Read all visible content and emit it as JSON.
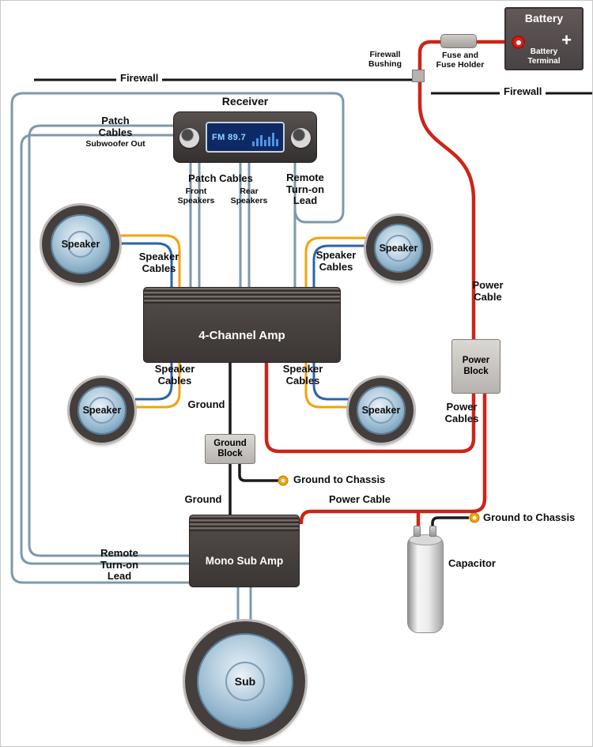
{
  "palette": {
    "wire_power_red": "#cd2418",
    "wire_speaker_yellow": "#f2a30a",
    "wire_speaker_blue": "#2a63ac",
    "wire_patch_gray_blue": "#7d98ab",
    "wire_ground_black": "#1a1a1a",
    "component_dark_gray": "#46403e",
    "block_light_gray": "#c6c2be",
    "display_blue": "#0e2a66",
    "display_text_cyan": "#8fd8ff"
  },
  "firewall": {
    "left_label": "Firewall",
    "right_label": "Firewall",
    "bushing_label": "Firewall\nBushing"
  },
  "battery": {
    "title": "Battery",
    "terminal_label": "Battery\nTerminal",
    "plus_sign": "+",
    "fuse_label": "Fuse and\nFuse Holder"
  },
  "receiver": {
    "title": "Receiver",
    "display_text": "FM 89.7"
  },
  "patch_cables": {
    "left_title": "Patch\nCables",
    "left_subtitle": "Subwoofer Out",
    "bottom_title": "Patch Cables",
    "front_label": "Front\nSpeakers",
    "rear_label": "Rear\nSpeakers"
  },
  "remote_lead": {
    "top_label": "Remote\nTurn-on\nLead",
    "bottom_label": "Remote\nTurn-on\nLead"
  },
  "amplifiers": {
    "four_channel_label": "4-Channel Amp",
    "mono_sub_label": "Mono Sub Amp"
  },
  "speakers": {
    "front_left_label": "Speaker",
    "front_right_label": "Speaker",
    "rear_left_label": "Speaker",
    "rear_right_label": "Speaker",
    "sub_label": "Sub"
  },
  "speaker_cables": {
    "front_left": "Speaker\nCables",
    "front_right": "Speaker\nCables",
    "rear_left": "Speaker\nCables",
    "rear_right": "Speaker\nCables"
  },
  "power": {
    "cable_label": "Power\nCable",
    "block_label": "Power\nBlock",
    "cables_label": "Power\nCables",
    "bottom_cable_label": "Power Cable"
  },
  "ground": {
    "top_label": "Ground",
    "block_label": "Ground\nBlock",
    "bottom_label": "Ground",
    "chassis_label_1": "Ground to Chassis",
    "chassis_label_2": "Ground to Chassis"
  },
  "capacitor": {
    "label": "Capacitor"
  }
}
